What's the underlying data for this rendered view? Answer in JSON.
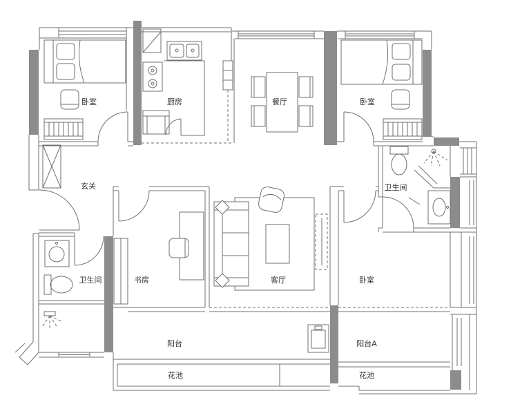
{
  "rooms": {
    "bedroom_nw": "卧室",
    "kitchen": "厨房",
    "dining": "餐厅",
    "bedroom_ne": "卧室",
    "entry": "玄关",
    "bathroom_e": "卫生间",
    "bathroom_w": "卫生间",
    "study": "书房",
    "living": "客厅",
    "bedroom_se": "卧室",
    "balcony": "阳台",
    "balcony_a": "阳台A",
    "planter_w": "花池",
    "planter_e": "花池"
  },
  "colors": {
    "wall": "#8c8c8c",
    "line": "#6f6f6f",
    "label": "#333333",
    "background": "#ffffff"
  }
}
